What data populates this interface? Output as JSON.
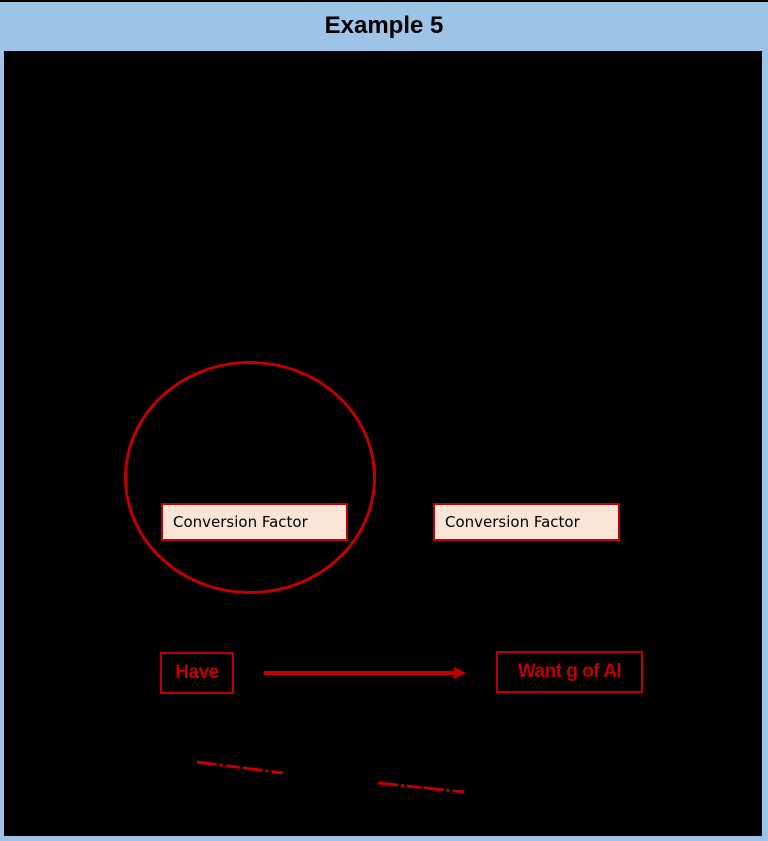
{
  "header": {
    "title": "Example 5"
  },
  "diagram": {
    "conversion_factors": [
      {
        "label": "Conversion Factor",
        "circled": true
      },
      {
        "label": "Conversion Factor",
        "circled": false
      }
    ],
    "have": {
      "label": "Have"
    },
    "want": {
      "label": "Want g of Al"
    },
    "arrow": {
      "direction": "right"
    },
    "colors": {
      "accent": "#c00000",
      "header_bg": "#9dc3e6",
      "box_fill": "#fbe5d6",
      "background": "#000000"
    }
  }
}
